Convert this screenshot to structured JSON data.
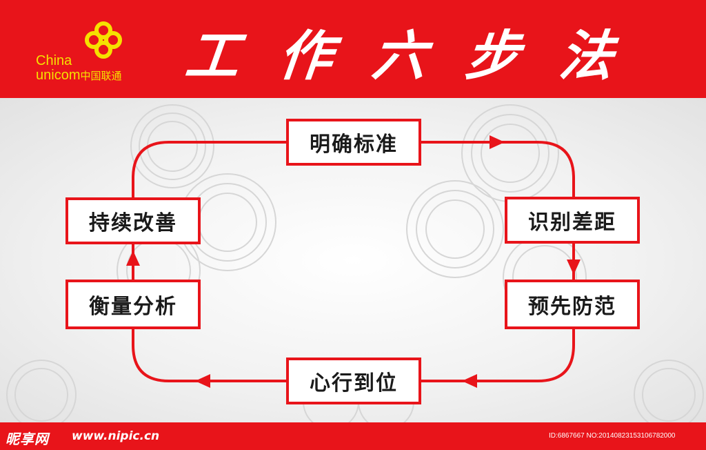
{
  "colors": {
    "brand_red": "#e8141a",
    "logo_yellow": "#f5e100",
    "text_dark": "#1a1a1a"
  },
  "header": {
    "logo": {
      "line1": "China",
      "line2_en": "unicom",
      "line2_cn": "中国联通",
      "icon": "unicom-knot-icon"
    },
    "title_chars": [
      "工",
      "作",
      "六",
      "步",
      "法"
    ]
  },
  "steps": {
    "top": "明确标准",
    "right_upper": "识别差距",
    "right_lower": "预先防范",
    "bottom": "心行到位",
    "left_lower": "衡量分析",
    "left_upper": "持续改善"
  },
  "footer": {
    "watermark_brand": "昵享网",
    "watermark_url": "www.nipic.cn",
    "image_id": "ID:6867667 NO:20140823153106782000"
  }
}
